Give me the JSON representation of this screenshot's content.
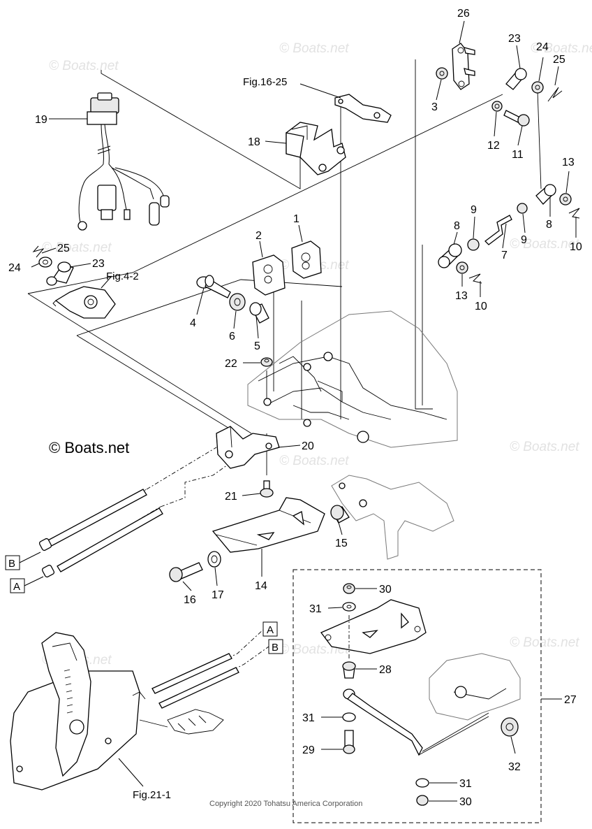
{
  "watermark": "© Boats.net",
  "copyright": "Copyright 2020 Tohatsu America Corporation",
  "references": {
    "fig_16_25": "Fig.16-25",
    "fig_4_2": "Fig.4-2",
    "fig_21_1": "Fig.21-1"
  },
  "cable_labels": {
    "a": "A",
    "b": "B"
  },
  "callouts": {
    "c1": "1",
    "c2": "2",
    "c3": "3",
    "c4": "4",
    "c5": "5",
    "c6": "6",
    "c7": "7",
    "c8a": "8",
    "c8b": "8",
    "c9a": "9",
    "c9b": "9",
    "c10a": "10",
    "c10b": "10",
    "c11": "11",
    "c12": "12",
    "c13a": "13",
    "c13b": "13",
    "c14": "14",
    "c15": "15",
    "c16": "16",
    "c17": "17",
    "c18": "18",
    "c19": "19",
    "c20": "20",
    "c21": "21",
    "c22": "22",
    "c23a": "23",
    "c23b": "23",
    "c24a": "24",
    "c24b": "24",
    "c25a": "25",
    "c25b": "25",
    "c26": "26",
    "c27": "27",
    "c28": "28",
    "c29": "29",
    "c30a": "30",
    "c30b": "30",
    "c31a": "31",
    "c31b": "31",
    "c31c": "31",
    "c32": "32"
  }
}
